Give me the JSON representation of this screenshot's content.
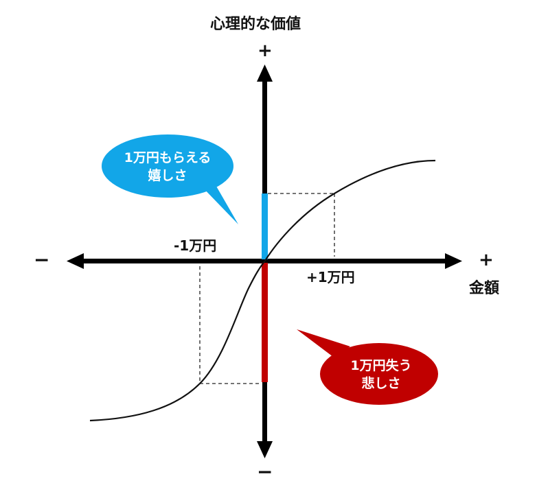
{
  "diagram": {
    "title": "心理的な価値",
    "y_axis": {
      "label": "心理的な価値",
      "positive_sign": "+",
      "negative_sign": "−"
    },
    "x_axis": {
      "label": "金額",
      "positive_sign": "+",
      "negative_sign": "−"
    },
    "ticks": {
      "positive": "+1万円",
      "negative": "-1万円"
    },
    "gain_bubble": {
      "line1": "1万円もらえる",
      "line2": "嬉しさ",
      "color": "#12A6E8"
    },
    "loss_bubble": {
      "line1": "1万円失う",
      "line2": "悲しさ",
      "color": "#C00000"
    },
    "colors": {
      "axis": "#000000",
      "gain_bar": "#12A6E8",
      "loss_bar": "#C00000",
      "curve": "#111111",
      "guide": "#222222"
    }
  }
}
